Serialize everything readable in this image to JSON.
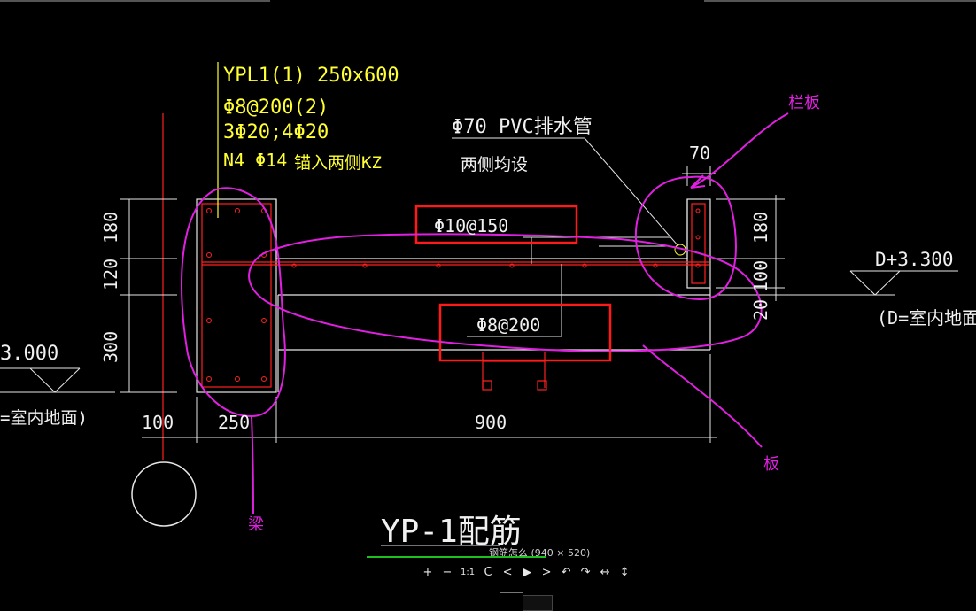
{
  "drawing": {
    "beam_label": "YPL1(1) 250x600",
    "stirrup_spec": "Φ8@200(2)",
    "main_bars": "3Φ20;4Φ20",
    "side_bars": "N4 Φ14",
    "anchor_note": "锚入两侧KZ",
    "pipe_note": "Φ70 PVC排水管",
    "pipe_note2": "两侧均设",
    "top_rebar": "Φ10@150",
    "bottom_rebar": "Φ8@200",
    "dim_70": "70",
    "dim_180_left": "180",
    "dim_120": "120",
    "dim_300": "300",
    "dim_180_right": "180",
    "dim_100_right": "100",
    "dim_20": "20",
    "dim_100_bottom": "100",
    "dim_250": "250",
    "dim_900": "900",
    "level_left": "3.000",
    "level_left_note": "=室内地面)",
    "level_right": "D+3.300",
    "level_right_note": "(D=室内地面",
    "title": "YP-1配筋"
  },
  "annotations": {
    "railing": "栏板",
    "slab": "板",
    "beam": "梁"
  },
  "viewer": {
    "caption": "钢筋怎么 (940 × 520)",
    "controls": [
      {
        "name": "zoom-in-button",
        "label": "+"
      },
      {
        "name": "zoom-out-button",
        "label": "−"
      },
      {
        "name": "actual-size-button",
        "label": "1:1"
      },
      {
        "name": "reset-button",
        "label": "C"
      },
      {
        "name": "prev-button",
        "label": "<"
      },
      {
        "name": "play-button",
        "label": "▶"
      },
      {
        "name": "next-button",
        "label": ">"
      },
      {
        "name": "rotate-left-button",
        "label": "↶"
      },
      {
        "name": "rotate-right-button",
        "label": "↷"
      },
      {
        "name": "flip-horizontal-button",
        "label": "↔"
      },
      {
        "name": "flip-vertical-button",
        "label": "↕"
      }
    ]
  },
  "colors": {
    "background": "#000000",
    "outline": "#e6e6e6",
    "rebar": "#ff2020",
    "text_yellow": "#ffff33",
    "text_white": "#f0f0f0",
    "annotation": "#e020e0",
    "highlight": "#ff1a1a"
  }
}
